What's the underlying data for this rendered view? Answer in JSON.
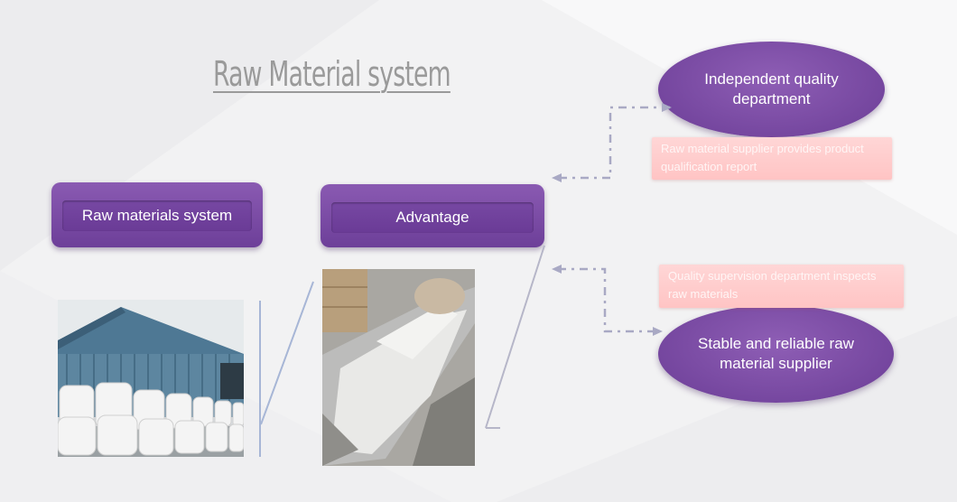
{
  "title": "Raw Material system",
  "boxes": {
    "left": "Raw materials system",
    "center": "Advantage"
  },
  "ellipses": {
    "top": "Independent quality department",
    "bottom": "Stable and reliable raw material supplier"
  },
  "notes": {
    "top": "Raw material supplier provides product qualification report",
    "bottom": "Quality supervision department inspects raw materials"
  },
  "images": {
    "left": "warehouse-photo",
    "center": "hopper-photo"
  },
  "colors": {
    "purple": "#7748a3",
    "pink": "#ffcaca",
    "connector": "#a9a9c4"
  }
}
